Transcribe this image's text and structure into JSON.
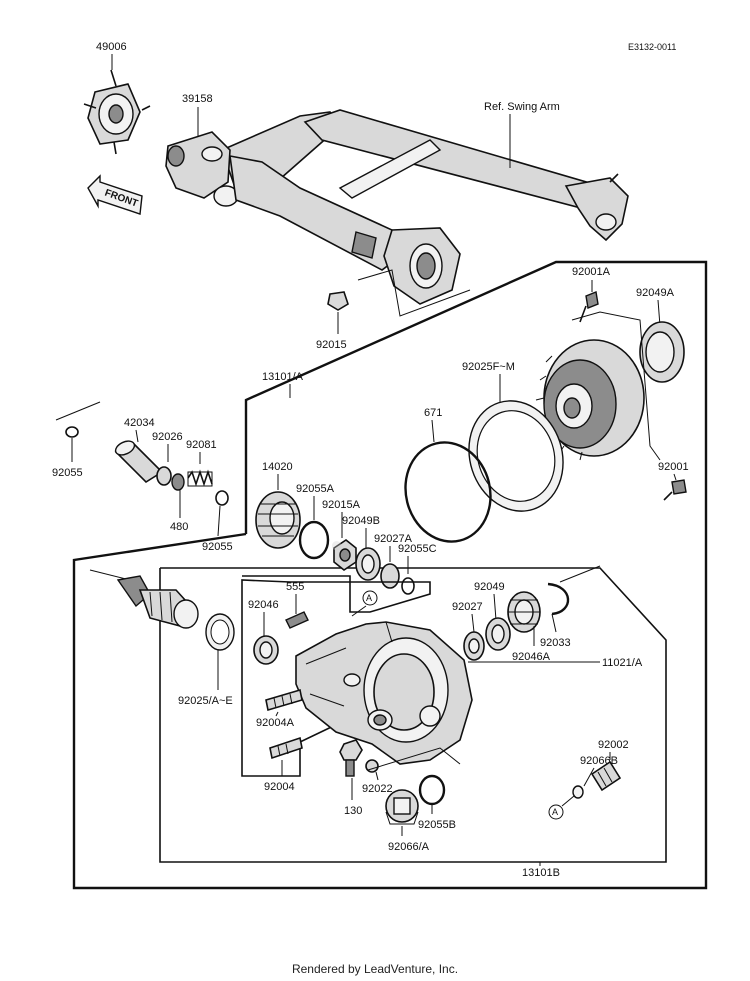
{
  "diagram_code": "E3132-0011",
  "footer": "Rendered by LeadVenture, Inc.",
  "front_label": "FRONT",
  "ref_label": "Ref. Swing Arm",
  "marker_letter": "A",
  "labels": {
    "p49006": "49006",
    "p39158": "39158",
    "p92015": "92015",
    "p13101A": "13101/A",
    "p92001A": "92001A",
    "p92049A": "92049A",
    "p92025FM": "92025F~M",
    "p671": "671",
    "p92001": "92001",
    "p42034": "42034",
    "p92026": "92026",
    "p92081": "92081",
    "p92055_left": "92055",
    "p480": "480",
    "p92055_mid": "92055",
    "p14020": "14020",
    "p92055A": "92055A",
    "p92015A": "92015A",
    "p92049B": "92049B",
    "p92027A": "92027A",
    "p92055C": "92055C",
    "p555": "555",
    "p92046": "92046",
    "p92049": "92049",
    "p92027": "92027",
    "p92033": "92033",
    "p92046A": "92046A",
    "p11021A": "11021/A",
    "p92025AE": "92025/A~E",
    "p92004A": "92004A",
    "p92004": "92004",
    "p92002": "92002",
    "p92066B": "92066B",
    "p130": "130",
    "p92022": "92022",
    "p92055B": "92055B",
    "p92066A": "92066/A",
    "p13101B": "13101B"
  }
}
